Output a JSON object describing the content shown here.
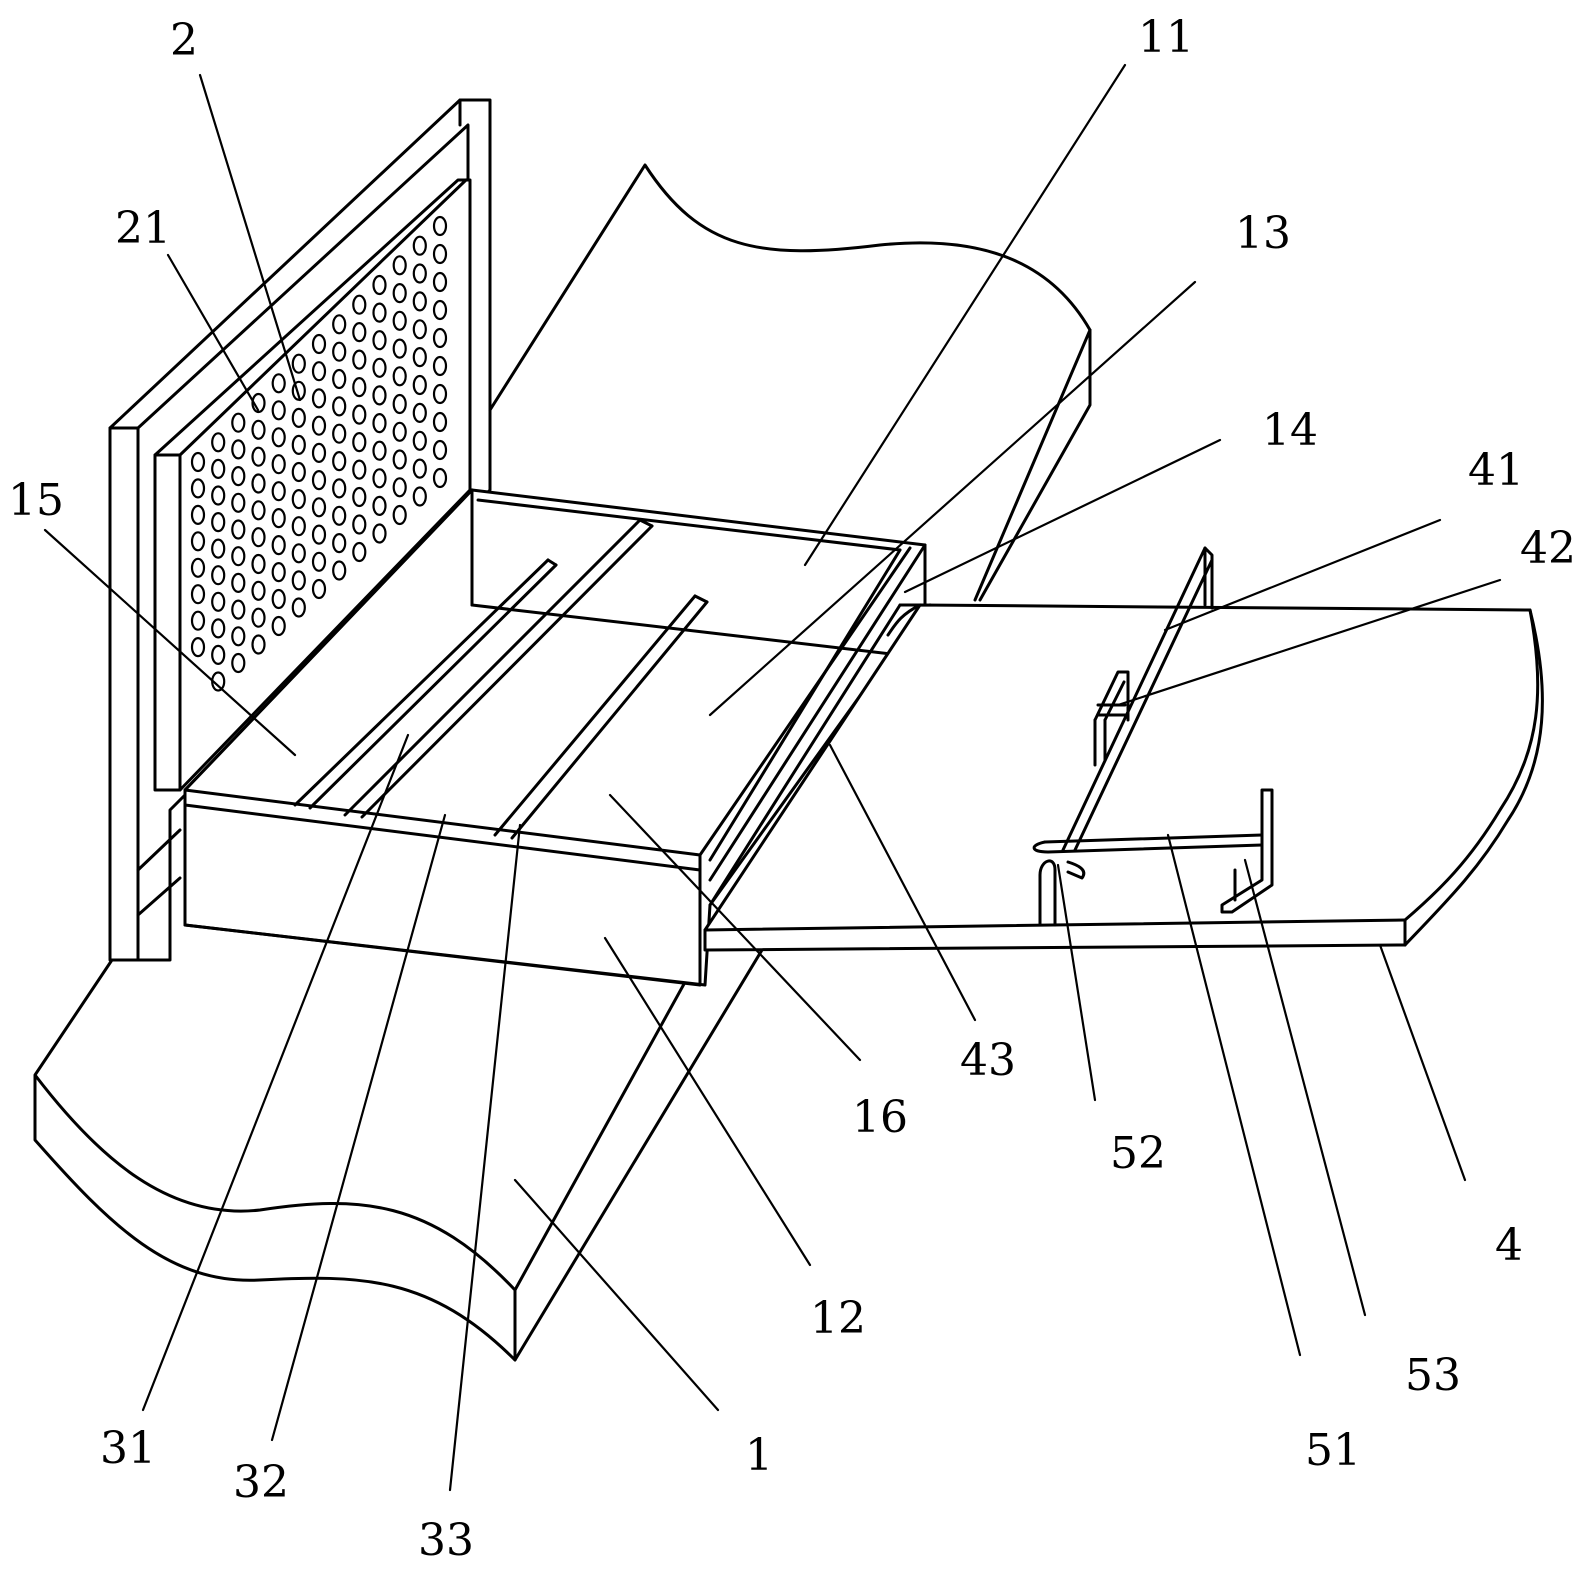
{
  "labels": {
    "l1": "1",
    "l2": "2",
    "l4": "4",
    "l11": "11",
    "l12": "12",
    "l13": "13",
    "l14": "14",
    "l15": "15",
    "l16": "16",
    "l21": "21",
    "l31": "31",
    "l32": "32",
    "l33": "33",
    "l41": "41",
    "l42": "42",
    "l43": "43",
    "l51": "51",
    "l52": "52",
    "l53": "53"
  }
}
